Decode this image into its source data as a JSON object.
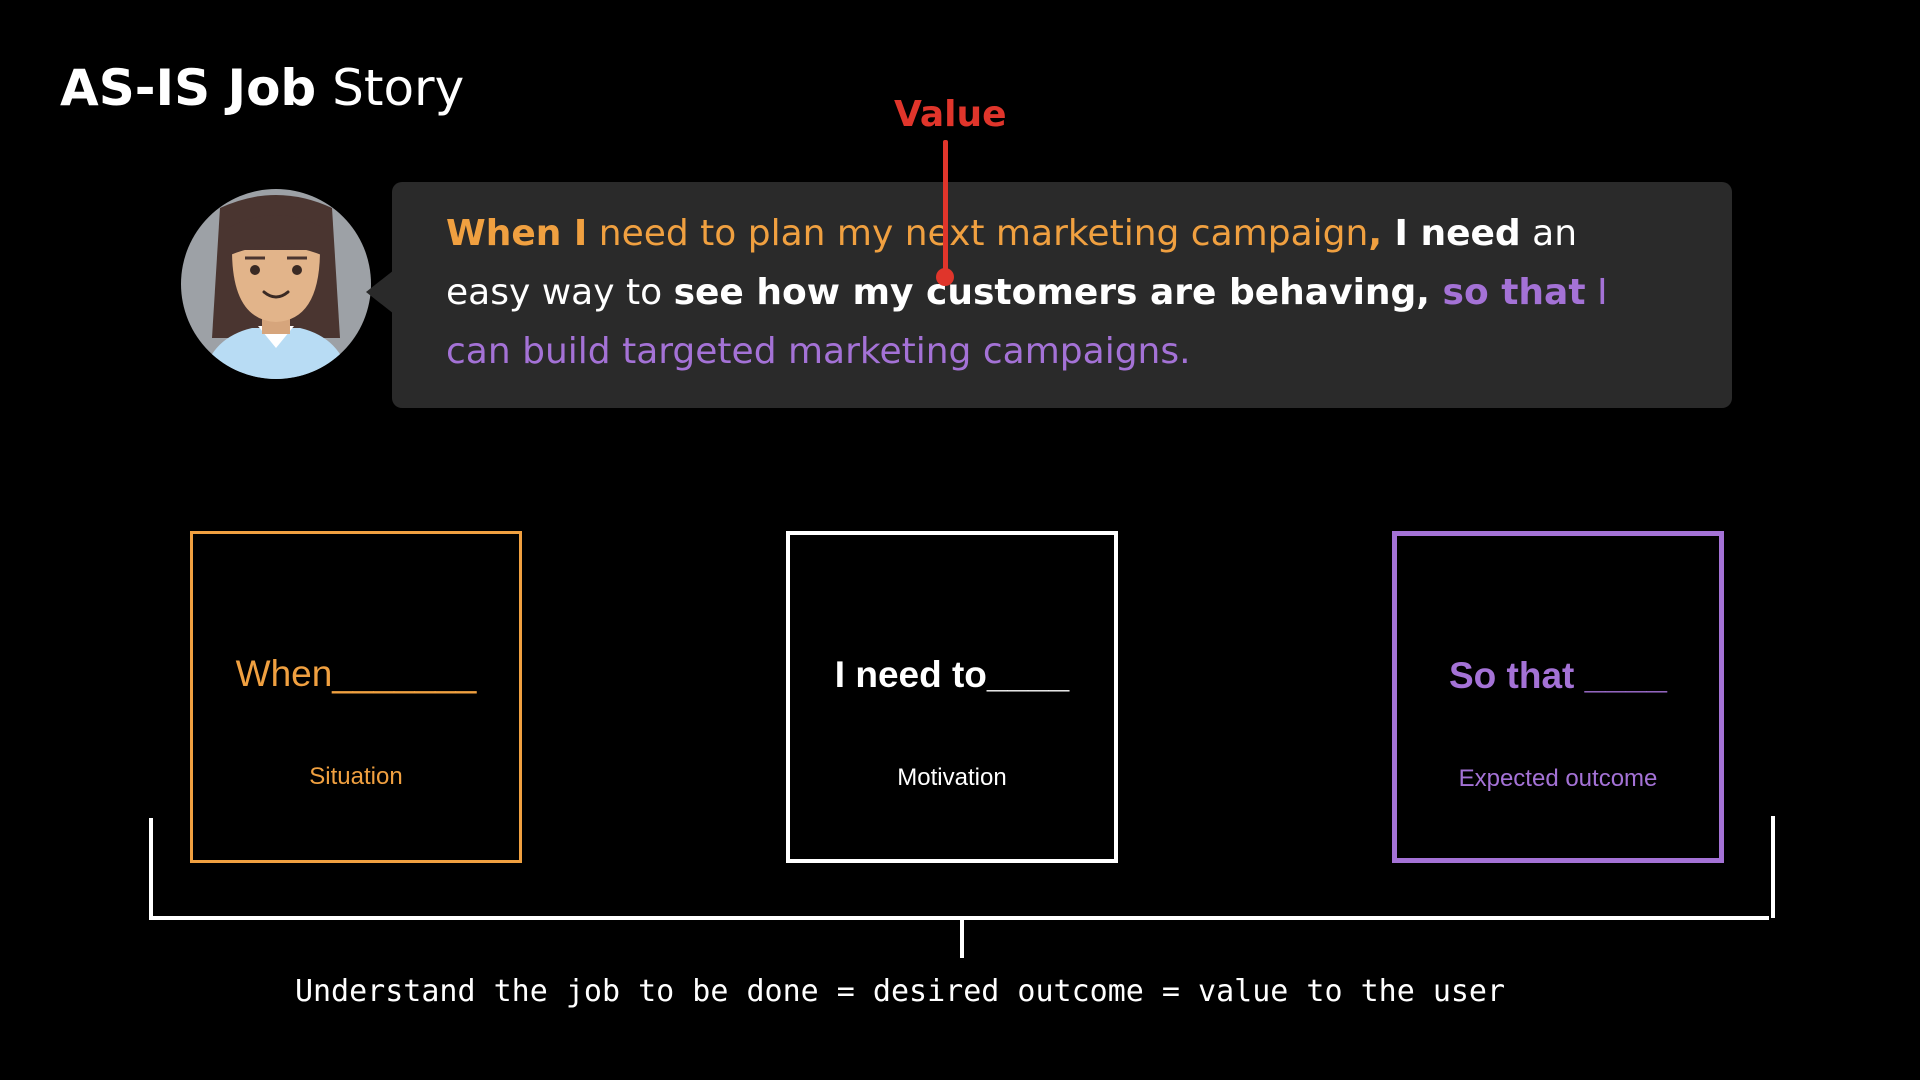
{
  "title": {
    "bold": "AS-IS Job",
    "light": " Story"
  },
  "value_marker": {
    "label": "Value"
  },
  "avatar": {
    "icon": "person-avatar-icon"
  },
  "story": {
    "when_keyword": "When I",
    "when_text": " need to plan my next marketing campaign",
    "comma": ",",
    "need_keyword": " I need",
    "need_text_1": " an easy way to ",
    "need_text_bold": "see how my customers are behaving,",
    "sothat_keyword": " so that",
    "sothat_text": " I can build targeted marketing campaigns."
  },
  "cards": {
    "when": {
      "heading": "When_______",
      "sub": "Situation"
    },
    "need": {
      "heading": "I need to____",
      "sub": "Motivation"
    },
    "sothat": {
      "heading": "So that ____",
      "sub": "Expected outcome"
    }
  },
  "footer": {
    "text": "Understand the job to be done = desired outcome = value to the user"
  },
  "colors": {
    "background": "#000000",
    "bubble": "#2a2a2a",
    "orange": "#f0a040",
    "purple": "#a472d6",
    "red": "#e0352b",
    "white": "#ffffff"
  }
}
